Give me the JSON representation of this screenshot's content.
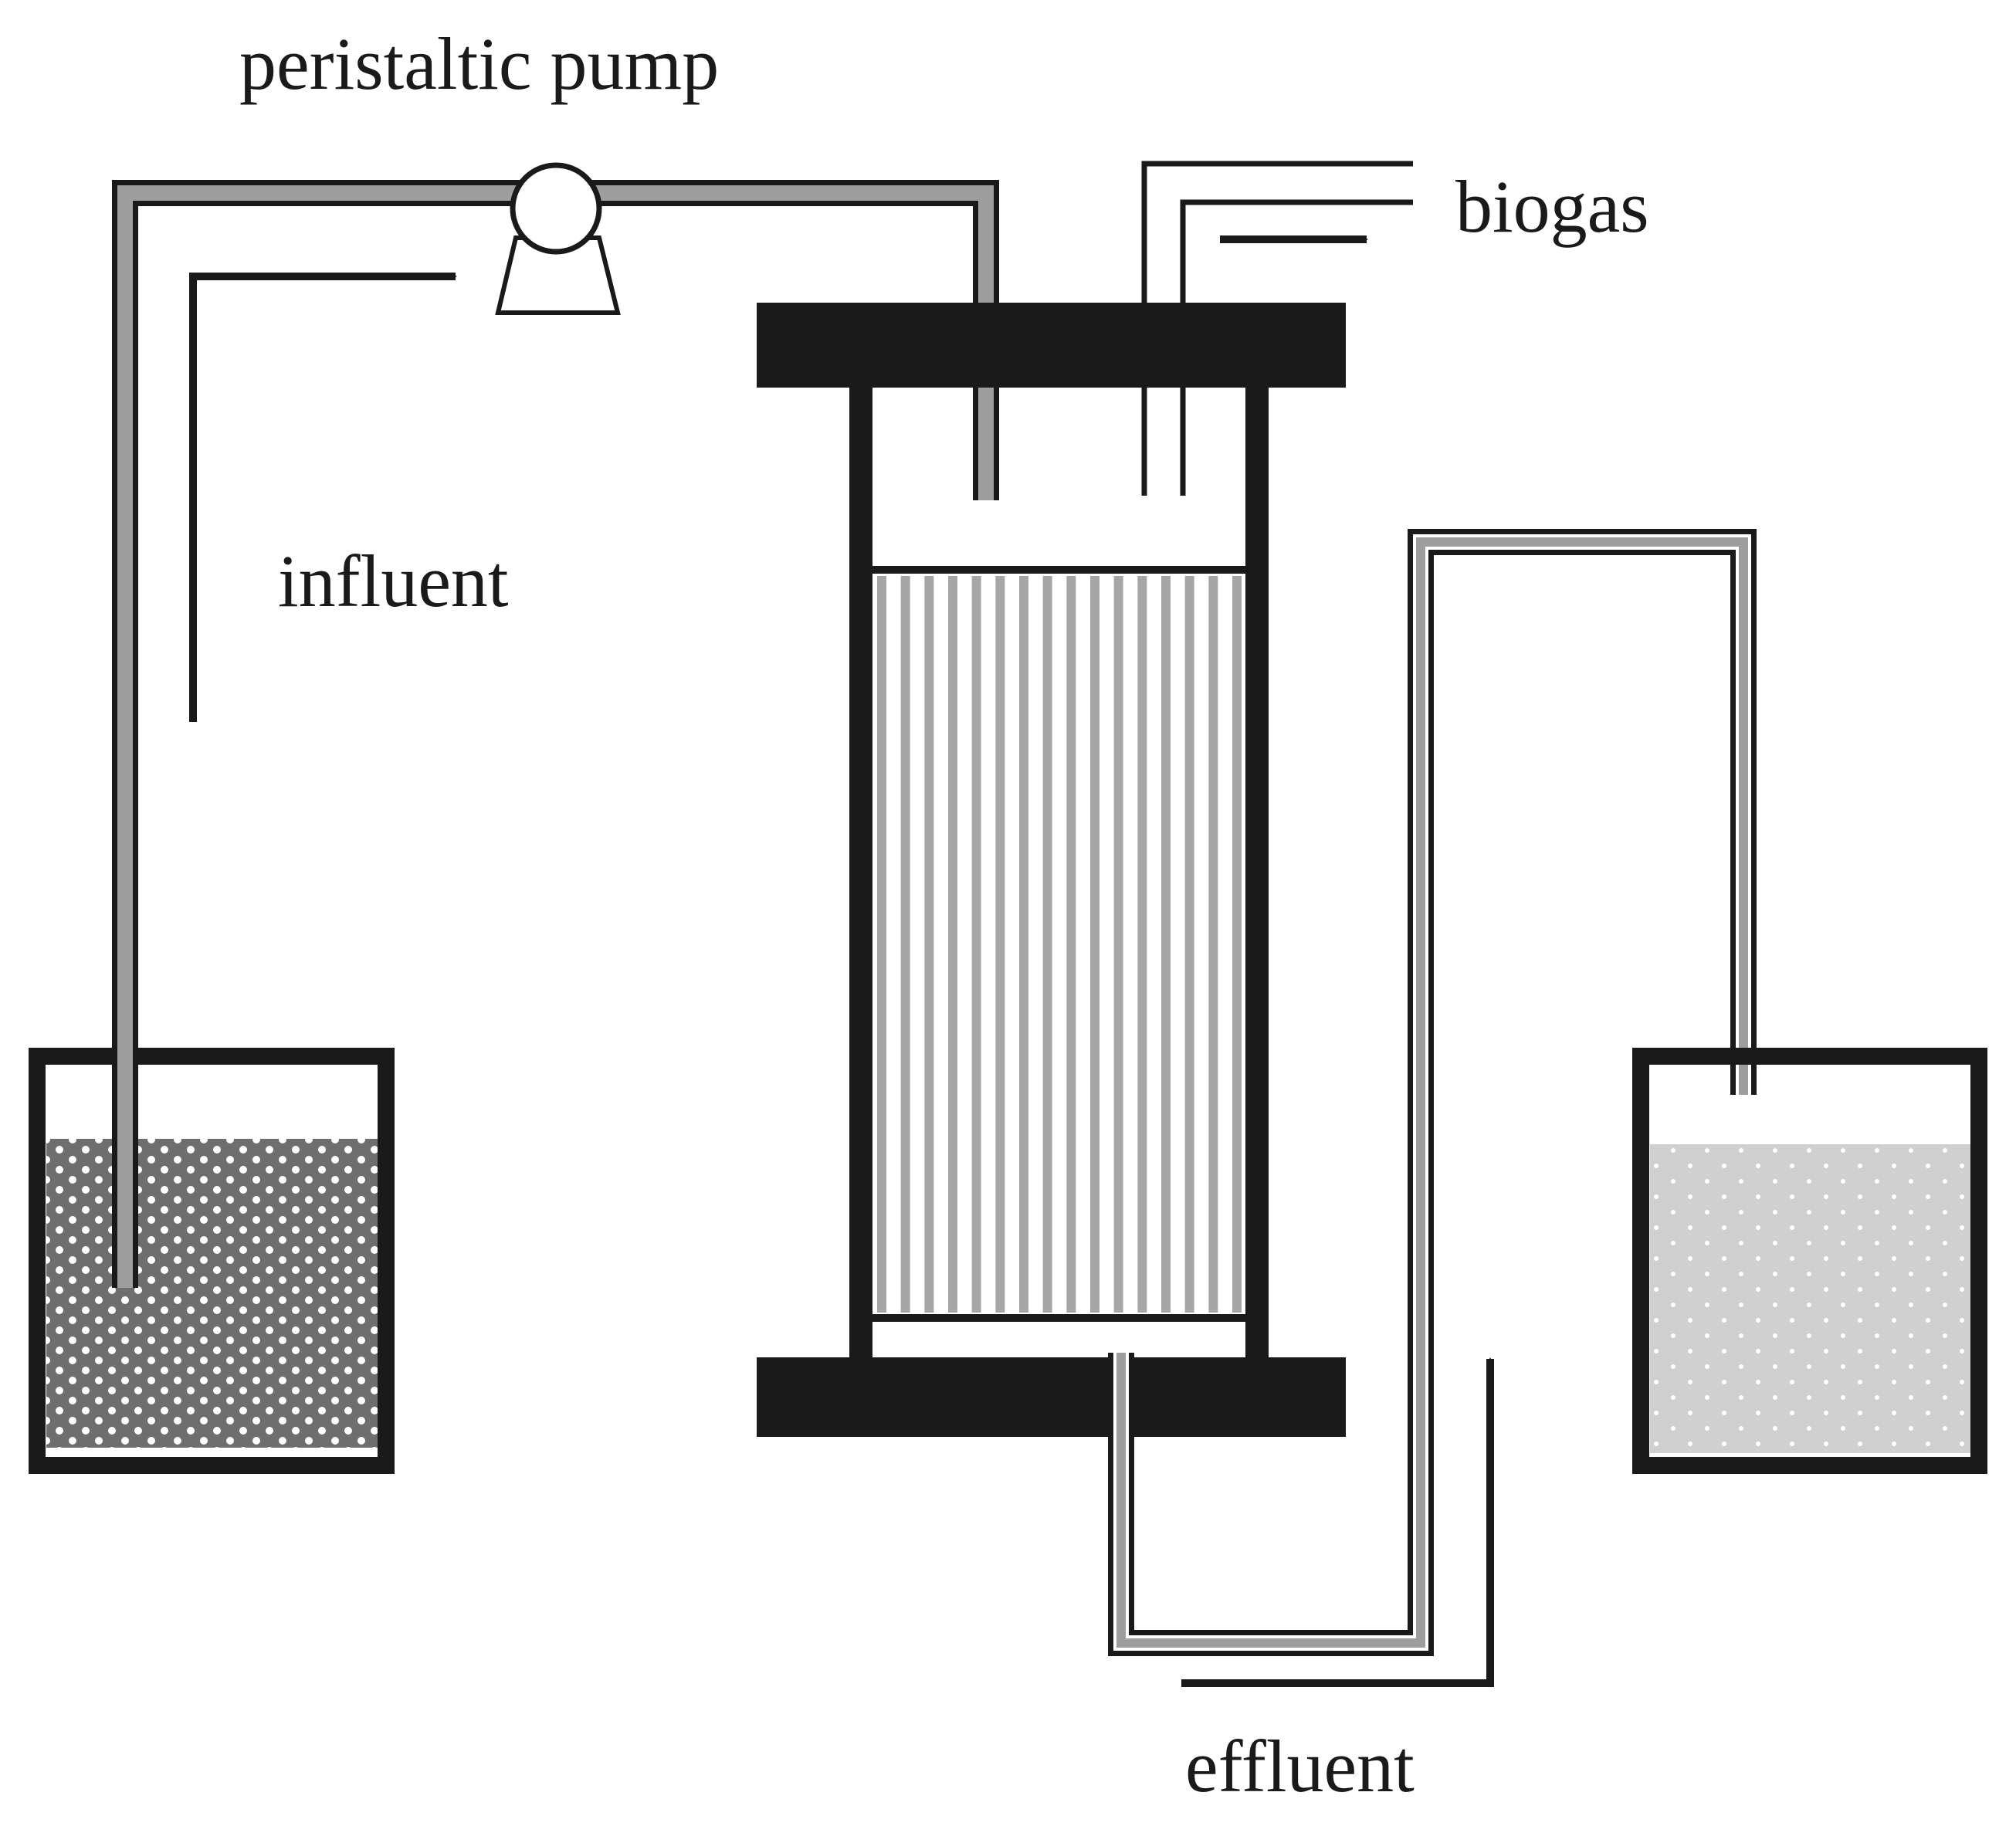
{
  "labels": {
    "pump": "peristaltic pump",
    "biogas": "biogas",
    "influent": "influent",
    "effluent": "effluent"
  },
  "colors": {
    "structure": "#1a1a1a",
    "tube": "#9e9e9e",
    "fiber": "#a6a6a6",
    "influent_liquid": "#6e6e6e",
    "effluent_liquid": "#cfcfcf",
    "background": "#ffffff"
  },
  "icons": {
    "pump": "peristaltic-pump-icon",
    "arrow": "flow-arrow-icon"
  }
}
